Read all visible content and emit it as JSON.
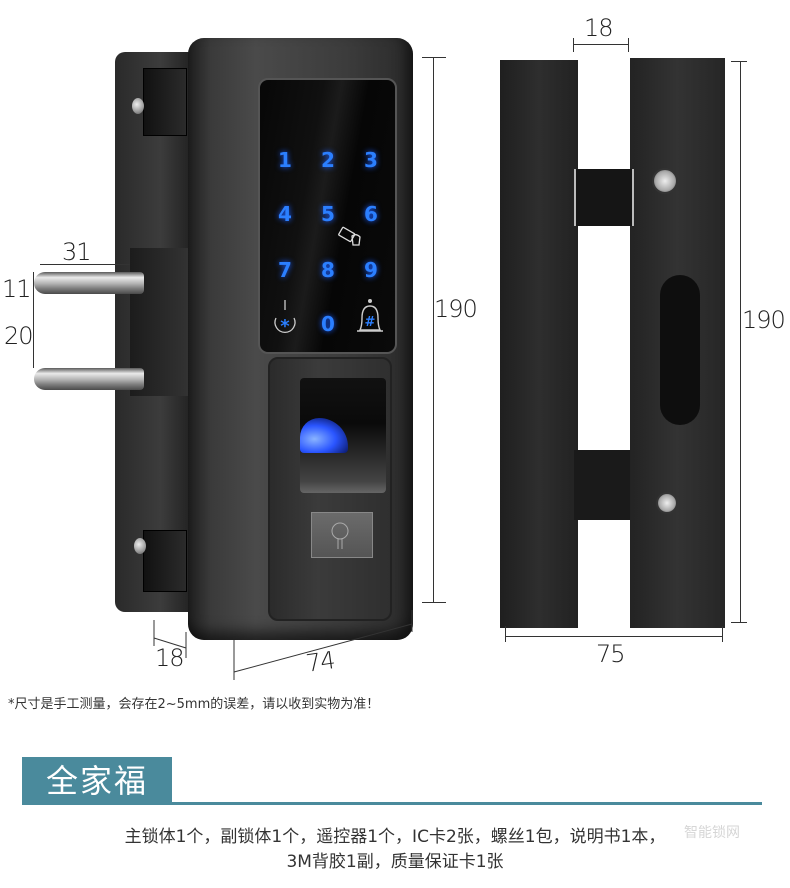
{
  "dimensions": {
    "left_product": {
      "bolt_length": "31",
      "bolt_diameter": "11",
      "bolt_spacing": "20",
      "height": "190",
      "depth": "18",
      "width": "74"
    },
    "right_product": {
      "gap": "18",
      "height": "190",
      "width": "75"
    }
  },
  "keypad": {
    "keys": [
      "1",
      "2",
      "3",
      "4",
      "5",
      "6",
      "7",
      "8",
      "9",
      "*",
      "0",
      "#"
    ],
    "accent_color": "#2b7fff",
    "icons": [
      "card-reader-icon",
      "star-key-icon",
      "doorbell-hash-icon"
    ]
  },
  "note": "*尺寸是手工测量，会存在2~5mm的误差，请以收到实物为准！",
  "section": {
    "title": "全家福",
    "color": "#4a8a9c"
  },
  "contents": {
    "line1": "主锁体1个，副锁体1个，遥控器1个，IC卡2张，螺丝1包，说明书1本，",
    "line2": "3M背胶1副，质量保证卡1张"
  },
  "watermark": "智能锁网"
}
